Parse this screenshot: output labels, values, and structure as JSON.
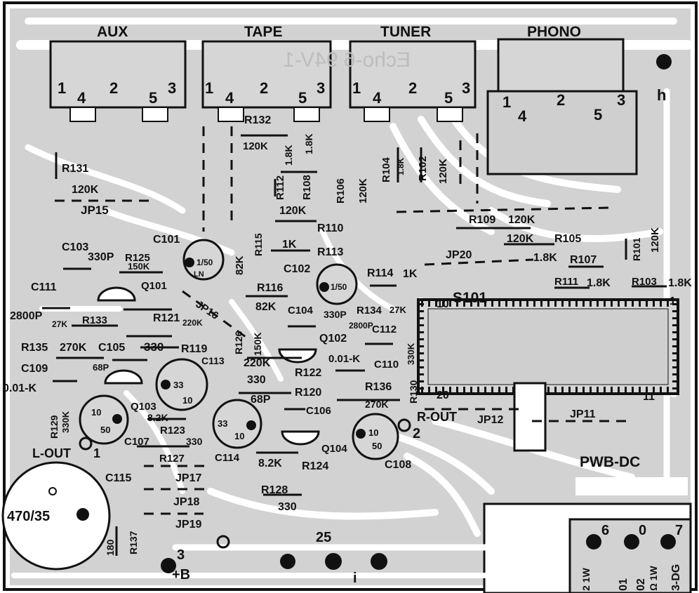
{
  "jacks": [
    {
      "id": "aux",
      "label": "AUX",
      "pins": [
        "1",
        "4",
        "2",
        "5",
        "3"
      ]
    },
    {
      "id": "tape",
      "label": "TAPE",
      "pins": [
        "1",
        "4",
        "2",
        "5",
        "3"
      ]
    },
    {
      "id": "tuner",
      "label": "TUNER",
      "pins": [
        "1",
        "4",
        "2",
        "5",
        "3"
      ]
    },
    {
      "id": "phono",
      "label": "PHONO",
      "pins": [
        "1",
        "4",
        "2",
        "5",
        "3"
      ]
    }
  ],
  "mirrored_silkscreen": "Echo-6 94V-1",
  "board_name": "PWB-DC",
  "switch": {
    "ref": "S101",
    "pin_top_left": "10",
    "pin_top_right": "1",
    "pin_bottom_left": "20",
    "pin_bottom_right": "11"
  },
  "outputs": {
    "left": "L-OUT",
    "left_pin": "1",
    "right": "R-OUT",
    "right_pin": "2"
  },
  "terminals": {
    "h": "h",
    "b_plus": "+B",
    "b_plus_num": "3",
    "num25": "25",
    "i": "i"
  },
  "corner_pins": [
    "6",
    "0",
    "7"
  ],
  "corner_text": [
    "2 1W",
    "01",
    "02",
    "Ω 1W",
    "3-DG"
  ],
  "parts": {
    "r132": "R132",
    "r132v": "120K",
    "r131": "R131",
    "r131v": "120K",
    "jp15": "JP15",
    "r112": "R112",
    "r112v": "1.8K",
    "r108": "R108",
    "r108v": "1.8K",
    "r106": "R106",
    "r106v": "120K",
    "r104": "R104",
    "r104v": "1.8K",
    "r102": "R102",
    "r102v": "120K",
    "r110": "R110",
    "r110v": "120K",
    "r109": "R109",
    "r109v": "120K",
    "r105": "R105",
    "r105v": "120K",
    "r101": "R101",
    "r101v": "120K",
    "r107": "R107",
    "r107v": "1.8K",
    "r111": "R111",
    "r111v": "1.8K",
    "r103": "R103",
    "r103v": "1.8K",
    "jp20": "JP20",
    "c101": "C101",
    "c101v": "1/50",
    "c101v2": "LN",
    "r115": "R115",
    "r115v": "82K",
    "r113": "R113",
    "r113v": "1K",
    "c102": "C102",
    "c102v": "1/50",
    "r114": "R114",
    "r114v": "1K",
    "c103": "C103",
    "c103v": "330P",
    "r125": "R125",
    "r125v": "150K",
    "q101": "Q101",
    "c111": "C111",
    "c111v": "2800P",
    "jp16": "JP16",
    "r116": "R116",
    "r116v": "82K",
    "c104": "C104",
    "c104v": "330P",
    "r134": "R134",
    "r134v": "27K",
    "c134v": "2800P",
    "r133": "R133",
    "r133v": "27K",
    "r121": "R121",
    "r121v": "220K",
    "r126": "R126",
    "r126v": "150K",
    "q102": "Q102",
    "c112": "C112",
    "r135": "R135",
    "r135v": "270K",
    "c105": "C105",
    "c105v": "68P",
    "r119": "R119",
    "r119v": "330",
    "c113": "C113",
    "c113v": "33",
    "c113v2": "10",
    "r122": "R122",
    "r122v": "220K",
    "r122v2": "330",
    "c110": "C110",
    "c110v": "0.01-K",
    "r130": "R130",
    "r130v": "330K",
    "c109": "C109",
    "c109v": "0.01-K",
    "q103": "Q103",
    "r120": "R120",
    "r120v": "68P",
    "r136": "R136",
    "r136v": "270K",
    "r129": "R129",
    "r129v": "330K",
    "c116": "10",
    "c116v": "50",
    "r123": "R123",
    "r123v": "8.2K",
    "r123v2": "330",
    "c106": "C106",
    "c114": "C114",
    "c114v": "33",
    "c114v2": "10",
    "c107": "C107",
    "q104": "Q104",
    "c108": "C108",
    "c108v": "10",
    "c108v2": "50",
    "r127": "R127",
    "r124": "R124",
    "r124v": "8.2K",
    "jp17": "JP17",
    "jp18": "JP18",
    "jp19": "JP19",
    "c115": "C115",
    "c115v": "470/35",
    "r128": "R128",
    "r128v": "330",
    "r137": "R137",
    "r137v": "180",
    "jp11": "JP11",
    "jp12": "JP12"
  }
}
